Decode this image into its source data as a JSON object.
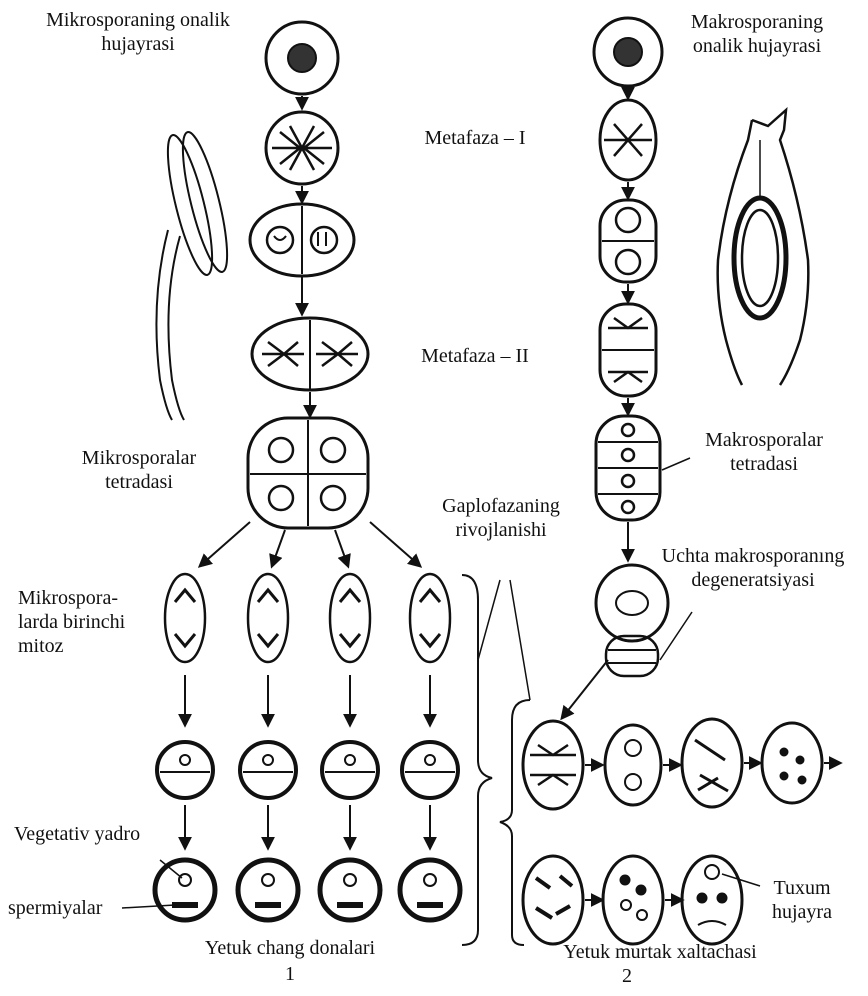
{
  "labels": {
    "micro_mother": "Mikrosporaning onalik\nhujayrasi",
    "macro_mother": "Makrosporaning\nonalik hujayrasi",
    "metaphase1": "Metafaza – I",
    "metaphase2": "Metafaza – II",
    "micro_tetrad": "Mikrosporalar\ntetradasi",
    "macro_tetrad": "Makrosporalar\ntetradasi",
    "haplophase": "Gaplofazaning\nrivojlanishi",
    "degeneration": "Uchta makrosporanıng\ndegeneratsiyasi",
    "first_mitosis": "Mikrospora-\nlarda birinchi\nmitoz",
    "vegetative_nucleus": "Vegetativ yadro",
    "sperms": "spermiyalar",
    "egg_cell": "Tuxum\nhujayra",
    "pollen_caption": "Yetuk chang donalari",
    "embryo_sac_caption": "Yetuk murtak xaltachasi",
    "fig1_number": "1",
    "fig2_number": "2"
  }
}
